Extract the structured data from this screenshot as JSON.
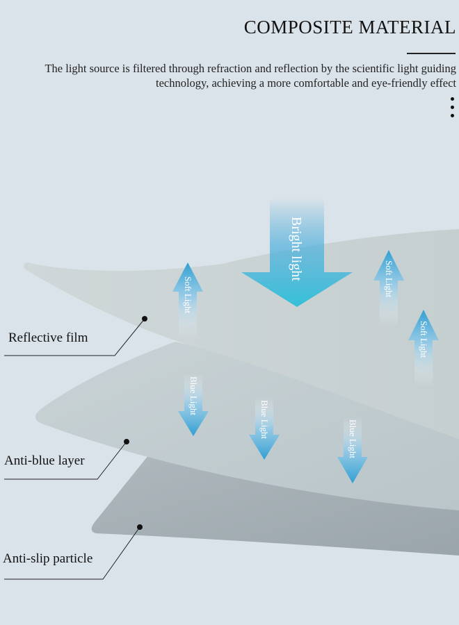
{
  "header": {
    "title": "COMPOSITE MATERIAL",
    "description": "The light source is filtered through refraction and reflection by the scientific light guiding technology, achieving a more comfortable and eye-friendly effect"
  },
  "layers": [
    {
      "label": "Reflective film"
    },
    {
      "label": "Anti-blue layer"
    },
    {
      "label": "Anti-slip particle"
    }
  ],
  "arrows": {
    "bright": "Bright light",
    "soft": "Soft Light",
    "blue": "Blue Light"
  },
  "colors": {
    "background": "#dbe3ea",
    "arrow_blue": "#2f9fd2",
    "text": "#111111"
  }
}
